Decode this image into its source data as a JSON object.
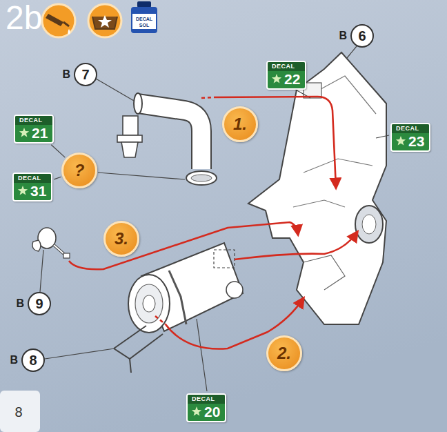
{
  "diagram": {
    "title": "2b",
    "nodes": [
      {
        "text": [
          "B",
          "7"
        ]
      },
      {
        "text": [
          "DECAL",
          "21"
        ]
      },
      {
        "text": [
          "?"
        ]
      },
      {
        "text": [
          "DECAL",
          "31"
        ]
      },
      {
        "text": [
          "1."
        ]
      },
      {
        "text": [
          "DECAL",
          "22"
        ]
      },
      {
        "text": [
          "B",
          "6"
        ]
      },
      {
        "text": [
          "DECAL",
          "23"
        ]
      },
      {
        "text": [
          "3."
        ]
      },
      {
        "text": [
          "B",
          "9"
        ]
      },
      {
        "text": [
          "B",
          "8"
        ]
      },
      {
        "text": [
          "2."
        ]
      },
      {
        "text": [
          "DECAL",
          "20"
        ]
      }
    ],
    "edges": [
      {
        "from": 1,
        "to": 2,
        "arrow": "none"
      },
      {
        "from": 3,
        "to": 2,
        "arrow": "none"
      }
    ],
    "labels": [
      "DECAL",
      "SOL",
      "8"
    ]
  }
}
